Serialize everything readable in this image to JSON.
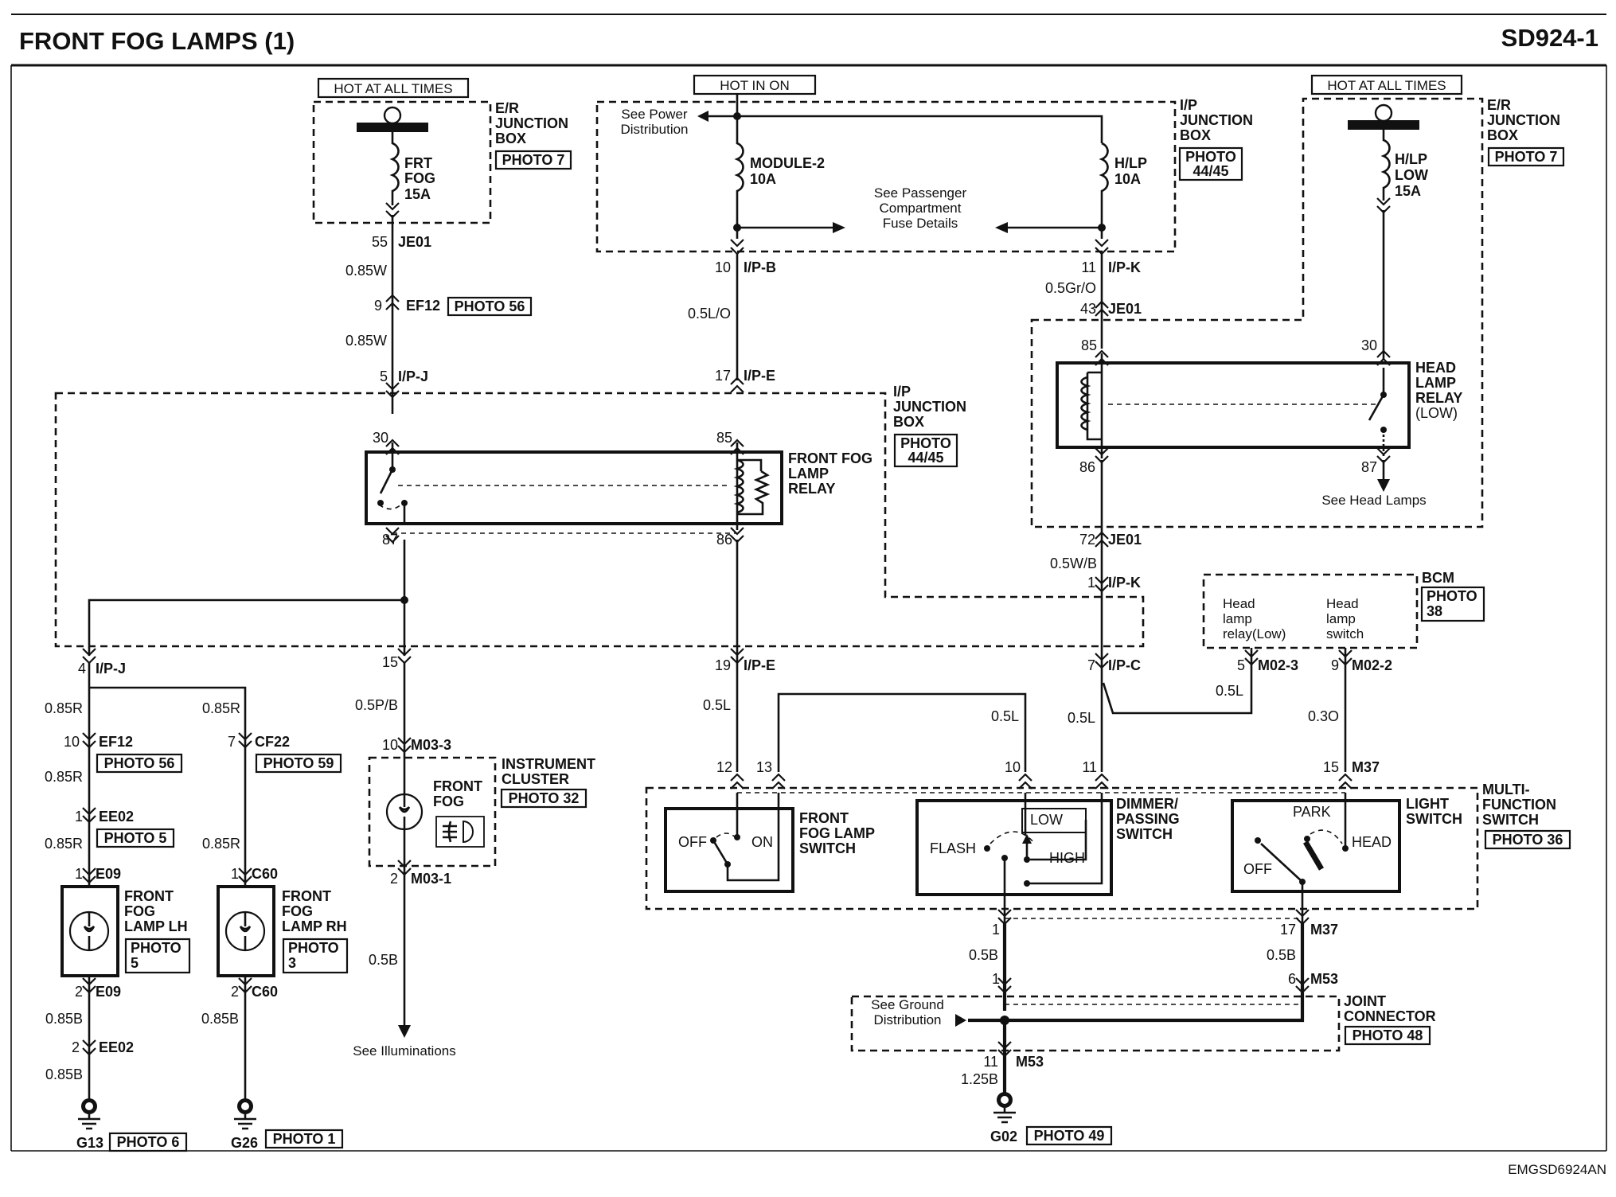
{
  "header": {
    "title": "FRONT FOG LAMPS (1)",
    "code": "SD924-1"
  },
  "footer": {
    "ref": "EMGSD6924AN"
  },
  "hot_labels": {
    "all_times": "HOT AT ALL TIMES",
    "in_on": "HOT IN ON"
  },
  "boxes": {
    "er_jb_l1": "E/R",
    "er_jb_l2": "JUNCTION",
    "er_jb_l3": "BOX",
    "ip_jb_l1": "I/P",
    "ip_jb_l2": "JUNCTION",
    "ip_jb_l3": "BOX",
    "head_lamp_relay_l1": "HEAD",
    "head_lamp_relay_l2": "LAMP",
    "head_lamp_relay_l3": "RELAY",
    "head_lamp_relay_l4": "(LOW)",
    "fog_relay_l1": "FRONT FOG",
    "fog_relay_l2": "LAMP",
    "fog_relay_l3": "RELAY",
    "bcm": "BCM",
    "cluster_l1": "INSTRUMENT",
    "cluster_l2": "CLUSTER",
    "joint_l1": "JOINT",
    "joint_l2": "CONNECTOR",
    "mfs_l1": "MULTI-",
    "mfs_l2": "FUNCTION",
    "mfs_l3": "SWITCH",
    "fog_switch_l1": "FRONT",
    "fog_switch_l2": "FOG LAMP",
    "fog_switch_l3": "SWITCH",
    "dimmer_l1": "DIMMER/",
    "dimmer_l2": "PASSING",
    "dimmer_l3": "SWITCH",
    "light_switch_l1": "LIGHT",
    "light_switch_l2": "SWITCH",
    "lamp_lh_l1": "FRONT",
    "lamp_lh_l2": "FOG",
    "lamp_lh_l3": "LAMP LH",
    "lamp_rh_l1": "FRONT",
    "lamp_rh_l2": "FOG",
    "lamp_rh_l3": "LAMP RH",
    "cluster_lamp_l1": "FRONT",
    "cluster_lamp_l2": "FOG"
  },
  "fuses": {
    "frt_fog_l1": "FRT",
    "frt_fog_l2": "FOG",
    "frt_fog_l3": "15A",
    "module2_l1": "MODULE-2",
    "module2_l2": "10A",
    "hlp_l1": "H/LP",
    "hlp_l2": "10A",
    "hlp_low_l1": "H/LP",
    "hlp_low_l2": "LOW",
    "hlp_low_l3": "15A"
  },
  "photos": {
    "p7": "PHOTO 7",
    "p44a": "PHOTO",
    "p44b": "44/45",
    "p56": "PHOTO 56",
    "p59": "PHOTO 59",
    "p5": "PHOTO 5",
    "p5b_l1": "PHOTO",
    "p5b_l2": "5",
    "p3_l1": "PHOTO",
    "p3_l2": "3",
    "p32": "PHOTO 32",
    "p36": "PHOTO 36",
    "p38_l1": "PHOTO",
    "p38_l2": "38",
    "p48": "PHOTO 48",
    "p49": "PHOTO 49",
    "p6": "PHOTO 6",
    "p1": "PHOTO 1"
  },
  "notes": {
    "power_dist_l1": "See Power",
    "power_dist_l2": "Distribution",
    "pass_comp_l1": "See Passenger",
    "pass_comp_l2": "Compartment",
    "pass_comp_l3": "Fuse Details",
    "head_lamps": "See Head Lamps",
    "illuminations": "See Illuminations",
    "ground_dist_l1": "See Ground",
    "ground_dist_l2": "Distribution",
    "bcm_hl_relay_l1": "Head",
    "bcm_hl_relay_l2": "lamp",
    "bcm_hl_relay_l3": "relay(Low)",
    "bcm_hl_switch_l1": "Head",
    "bcm_hl_switch_l2": "lamp",
    "bcm_hl_switch_l3": "switch"
  },
  "switch_positions": {
    "fog_off": "OFF",
    "fog_on": "ON",
    "flash": "FLASH",
    "low": "LOW",
    "high": "HIGH",
    "park": "PARK",
    "head": "HEAD",
    "off": "OFF"
  },
  "connectors": {
    "je01_55_pin": "55",
    "je01_55": "JE01",
    "ef12_9_pin": "9",
    "ef12_9": "EF12",
    "ipj_5_pin": "5",
    "ipj_5": "I/P-J",
    "ipb_10_pin": "10",
    "ipb_10": "I/P-B",
    "ipe_17_pin": "17",
    "ipe_17": "I/P-E",
    "ipk_11_pin": "11",
    "ipk_11": "I/P-K",
    "je01_43_pin": "43",
    "je01_43": "JE01",
    "je01_72_pin": "72",
    "je01_72": "JE01",
    "ipk_1_pin": "1",
    "ipk_1": "I/P-K",
    "ipj_4_pin": "4",
    "ipj_4": "I/P-J",
    "ipj_15_pin": "15",
    "ipe_19_pin": "19",
    "ipe_19": "I/P-E",
    "ipc_7_pin": "7",
    "ipc_7": "I/P-C",
    "m023_pin": "5",
    "m023": "M02-3",
    "m022_pin": "9",
    "m022": "M02-2",
    "ef12_10_pin": "10",
    "ef12_10": "EF12",
    "cf22_7_pin": "7",
    "cf22_7": "CF22",
    "ee02_1_pin": "1",
    "ee02_1": "EE02",
    "e09_1_pin": "1",
    "e09_1": "E09",
    "c60_1_pin": "1",
    "c60_1": "C60",
    "e09_2_pin": "2",
    "e09_2": "E09",
    "c60_2_pin": "2",
    "c60_2": "C60",
    "ee02_2_pin": "2",
    "ee02_2": "EE02",
    "m033_pin": "10",
    "m033": "M03-3",
    "m031_pin": "2",
    "m031": "M03-1",
    "m37_15_pin": "15",
    "m37_15": "M37",
    "m37_17_pin": "17",
    "m37_17": "M37",
    "m53_6_pin": "6",
    "m53_6": "M53",
    "m53_11_pin": "11",
    "m53_11": "M53",
    "relay_30": "30",
    "relay_85": "85",
    "relay_87": "87",
    "relay_86": "86",
    "hl_85": "85",
    "hl_30": "30",
    "hl_86": "86",
    "hl_87": "87",
    "sw_12": "12",
    "sw_13": "13",
    "sw_10": "10",
    "sw_11": "11",
    "dim_1": "1",
    "mfs_1": "1"
  },
  "wires": {
    "w085w_a": "0.85W",
    "w085w_b": "0.85W",
    "w05lo": "0.5L/O",
    "w05gro": "0.5Gr/O",
    "w05wb": "0.5W/B",
    "w085r_a": "0.85R",
    "w085r_b": "0.85R",
    "w085r_c": "0.85R",
    "w085r_d": "0.85R",
    "w085r_e": "0.85R",
    "w05pb": "0.5P/B",
    "w05l_a": "0.5L",
    "w05l_b": "0.5L",
    "w05l_c": "0.5L",
    "w05l_d": "0.5L",
    "w03o": "0.3O",
    "w05b_a": "0.5B",
    "w05b_b": "0.5B",
    "w05b_c": "0.5B",
    "w085b_a": "0.85B",
    "w085b_b": "0.85B",
    "w085b_c": "0.85B",
    "w125b": "1.25B"
  },
  "grounds": {
    "g13": "G13",
    "g26": "G26",
    "g02": "G02"
  }
}
